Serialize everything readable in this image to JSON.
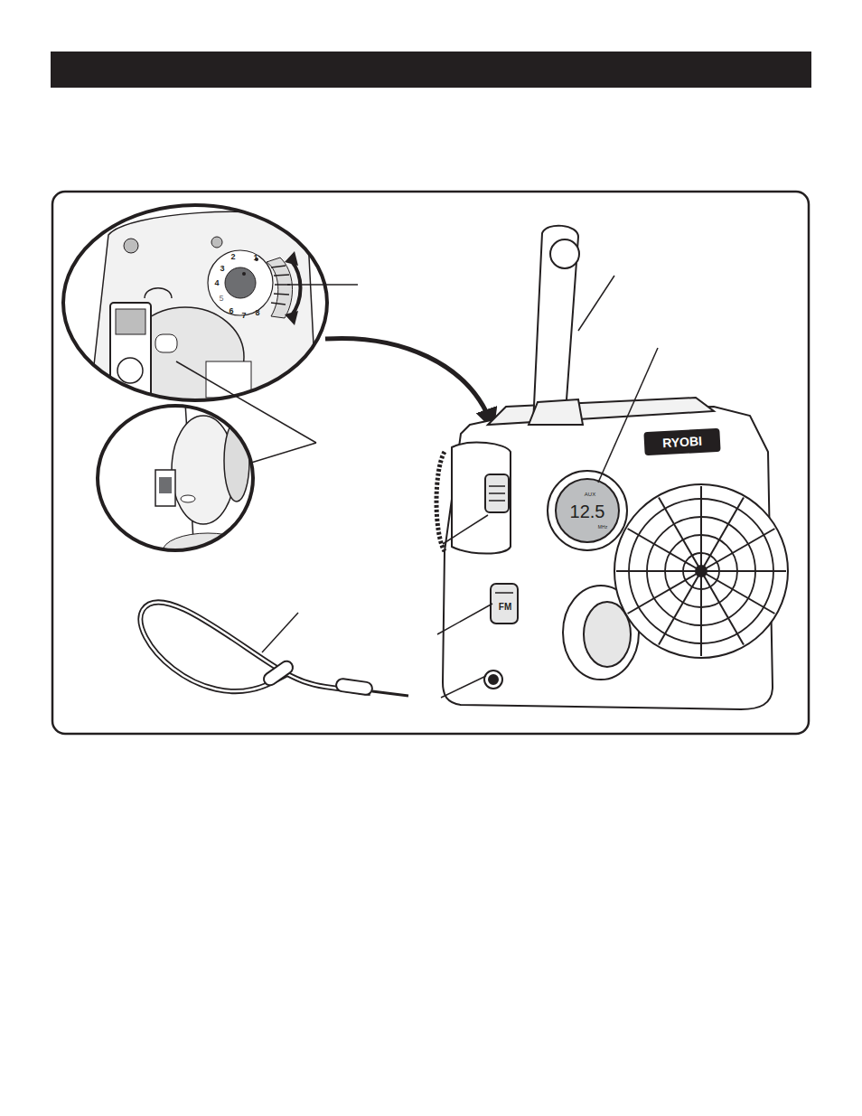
{
  "diagram": {
    "labels": [
      "1",
      "2",
      "3",
      "4",
      "5",
      "6",
      "7",
      "8",
      "AUX",
      "12.5",
      "MHz",
      "RYOBI",
      "FM"
    ]
  }
}
